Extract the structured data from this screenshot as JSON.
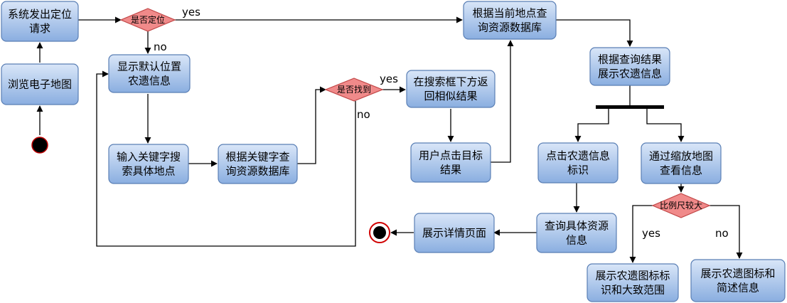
{
  "nodes": {
    "request_location": [
      "系统发出定位",
      "请求"
    ],
    "browse_map": [
      "浏览电子地图"
    ],
    "default_position": [
      "显示默认位置",
      "农遗信息"
    ],
    "input_keyword": [
      "输入关键字搜",
      "索具体地点"
    ],
    "query_by_keyword": [
      "根据关键字查",
      "询资源数据库"
    ],
    "show_similar": [
      "在搜索框下方返",
      "回相似结果"
    ],
    "click_target": [
      "用户点击目标",
      "结果"
    ],
    "query_by_location": [
      "根据当前地点查",
      "询资源数据库"
    ],
    "show_query_result": [
      "根据查询结果",
      "展示农遗信息"
    ],
    "click_marker": [
      "点击农遗信息",
      "标识"
    ],
    "zoom_map": [
      "通过缩放地图",
      "查看信息"
    ],
    "query_detail": [
      "查询具体资源",
      "信息"
    ],
    "show_detail_page": [
      "展示详情页面"
    ],
    "show_icon_range": [
      "展示农遗图标标",
      "识和大致范围"
    ],
    "show_icon_brief": [
      "展示农遗图标和",
      "简述信息"
    ]
  },
  "decisions": {
    "located": "是否定位",
    "found": "是否找到",
    "scale_large": "比例尺较大"
  },
  "edge_labels": {
    "located_yes": "yes",
    "located_no": "no",
    "found_yes": "yes",
    "found_no": "no",
    "scale_yes": "yes",
    "scale_no": "no"
  }
}
